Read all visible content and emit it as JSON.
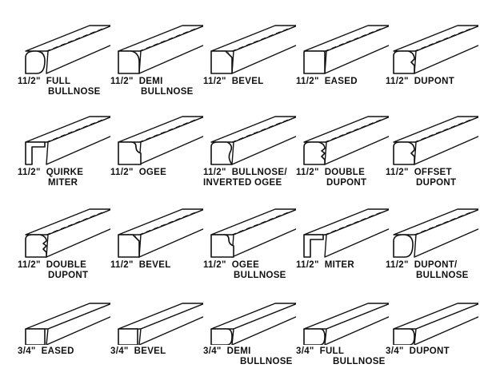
{
  "profiles": [
    {
      "id": "full-bullnose-1-5",
      "line1": "11/2\"  FULL",
      "line2": "BULLNOSE",
      "shape": "round"
    },
    {
      "id": "demi-bullnose-1-5",
      "line1": "11/2\"  DEMI",
      "line2": "BULLNOSE",
      "shape": "demi"
    },
    {
      "id": "bevel-1-5-a",
      "line1": "11/2\"  BEVEL",
      "line2": "",
      "shape": "bevel"
    },
    {
      "id": "eased-1-5",
      "line1": "11/2\"  EASED",
      "line2": "",
      "shape": "eased"
    },
    {
      "id": "dupont-1-5",
      "line1": "11/2\"  DUPONT",
      "line2": "",
      "shape": "dupont"
    },
    {
      "id": "quirke-miter-1-5",
      "line1": "11/2\"  QUIRKE",
      "line2": "MITER",
      "shape": "miter"
    },
    {
      "id": "ogee-1-5",
      "line1": "11/2\"  OGEE",
      "line2": "",
      "shape": "ogee"
    },
    {
      "id": "bullnose-inverted-ogee-1-5",
      "line1": "11/2\"  BULLNOSE/",
      "line2": "INVERTED OGEE",
      "shape": "invogee"
    },
    {
      "id": "double-dupont-1-5-a",
      "line1": "11/2\"  DOUBLE",
      "line2": "DUPONT",
      "shape": "ddupont"
    },
    {
      "id": "offset-dupont-1-5",
      "line1": "11/2\"  OFFSET",
      "line2": "DUPONT",
      "shape": "dupont"
    },
    {
      "id": "double-dupont-1-5-b",
      "line1": "11/2\"  DOUBLE",
      "line2": "DUPONT",
      "shape": "ddupont"
    },
    {
      "id": "bevel-1-5-b",
      "line1": "11/2\"  BEVEL",
      "line2": "",
      "shape": "bevel"
    },
    {
      "id": "ogee-bullnose-1-5",
      "line1": "11/2\"  OGEE",
      "line2": "BULLNOSE",
      "shape": "ogee"
    },
    {
      "id": "miter-1-5",
      "line1": "11/2\"  MITER",
      "line2": "",
      "shape": "miter"
    },
    {
      "id": "dupont-bullnose-1-5",
      "line1": "11/2\"  DUPONT/",
      "line2": "BULLNOSE",
      "shape": "round"
    },
    {
      "id": "eased-3-4",
      "line1": "3/4\"  EASED",
      "line2": "",
      "shape": "flat"
    },
    {
      "id": "bevel-3-4",
      "line1": "3/4\"  BEVEL",
      "line2": "",
      "shape": "flat"
    },
    {
      "id": "demi-bullnose-3-4",
      "line1": "3/4\"  DEMI",
      "line2": "BULLNOSE",
      "shape": "flatround"
    },
    {
      "id": "full-bullnose-3-4",
      "line1": "3/4\"  FULL",
      "line2": "BULLNOSE",
      "shape": "flatround"
    },
    {
      "id": "dupont-3-4",
      "line1": "3/4\"  DUPONT",
      "line2": "",
      "shape": "flatround"
    }
  ]
}
